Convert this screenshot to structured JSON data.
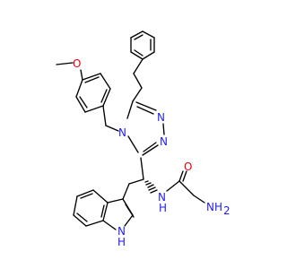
{
  "colors": {
    "bond": "#000000",
    "oxygen": "#e8000c",
    "nitrogen": "#1f1cff",
    "background": "#ffffff"
  },
  "atoms": {
    "methoxy_ch3": "",
    "methoxy_o": "O",
    "triazole_n4": "N",
    "triazole_n1": "N",
    "triazole_n2": "N",
    "amide_nh": "N",
    "amide_h": "H",
    "amide_o": "O",
    "amine_nh2": "NH",
    "amine_sub": "2",
    "indole_n": "N",
    "indole_h": "H"
  }
}
